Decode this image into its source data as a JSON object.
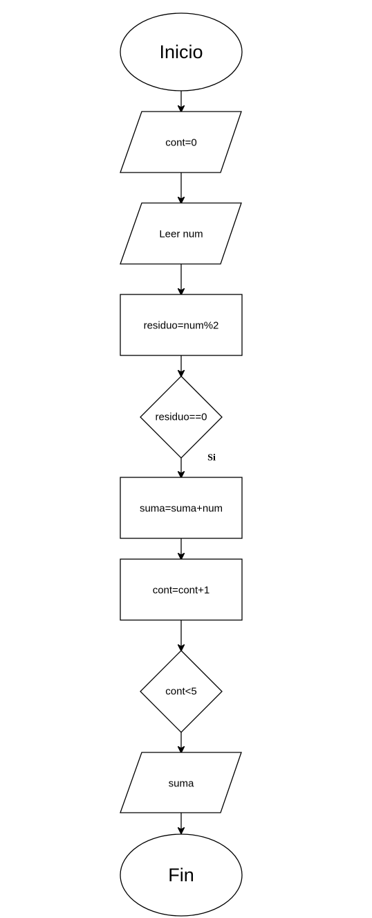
{
  "diagram": {
    "nodes": {
      "start": "Inicio",
      "init_counter": "cont=0",
      "read_number": "Leer num",
      "compute_remainder": "residuo=num%2",
      "check_even": "residuo==0",
      "accumulate_sum": "suma=suma+num",
      "increment_counter": "cont=cont+1",
      "check_count": "cont<5",
      "output_sum": "suma",
      "end": "Fin"
    },
    "edge_labels": {
      "check_even_yes": "Si"
    }
  }
}
